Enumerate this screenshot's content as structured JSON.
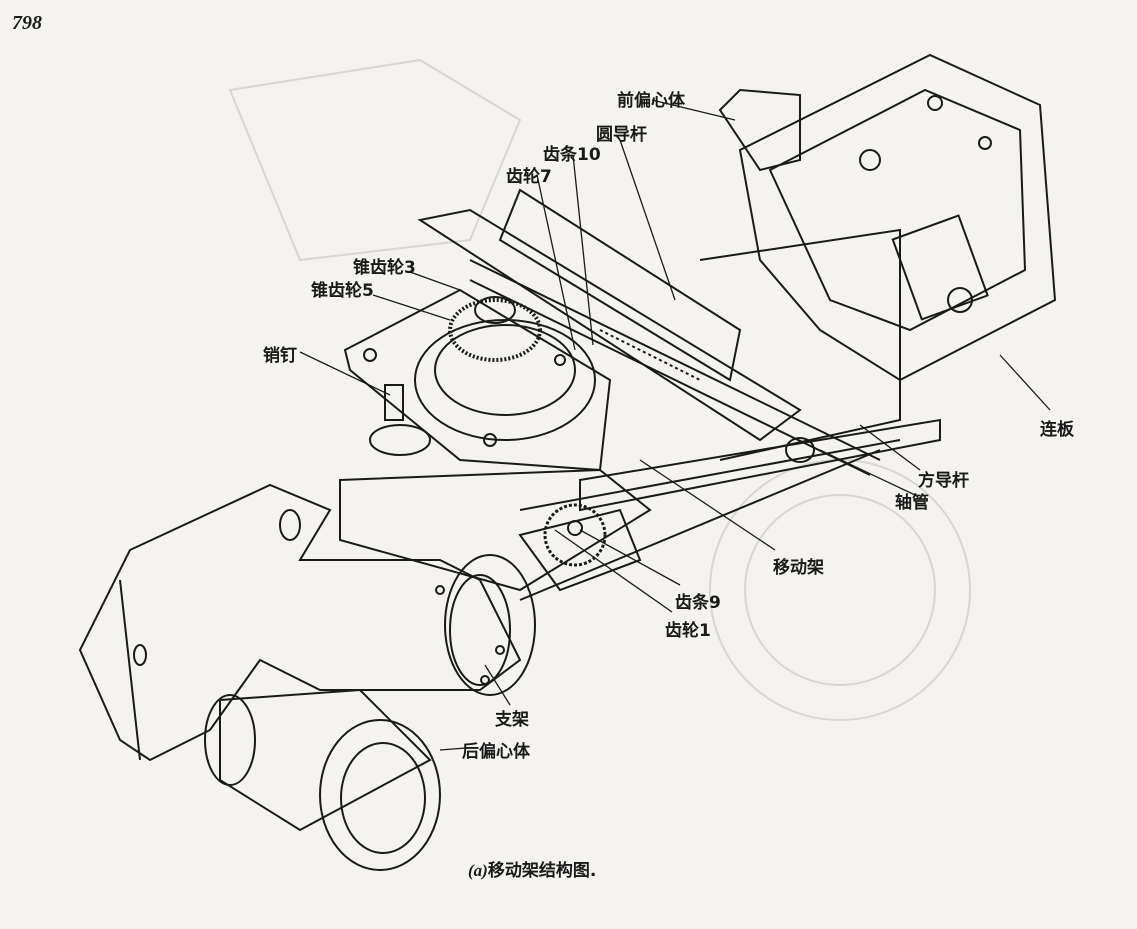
{
  "page_number": "798",
  "figure": {
    "caption_prefix": "(a)",
    "caption_text": "移动架结构图.",
    "labels": {
      "front_eccentric": "前偏心体",
      "round_guide_rod": "圆导杆",
      "rack_10": "齿条10",
      "gear_7": "齿轮7",
      "bevel_gear_3": "锥齿轮3",
      "bevel_gear_5": "锥齿轮5",
      "pin": "销钉",
      "link_plate": "连板",
      "square_guide_rod": "方导杆",
      "shaft_tube": "轴管",
      "moving_frame": "移动架",
      "rack_9": "齿条9",
      "gear_1": "齿轮1",
      "bracket": "支架",
      "rear_eccentric": "后偏心体"
    }
  },
  "colors": {
    "ink": "#1a1a1a",
    "paper": "#f4f3ef"
  }
}
